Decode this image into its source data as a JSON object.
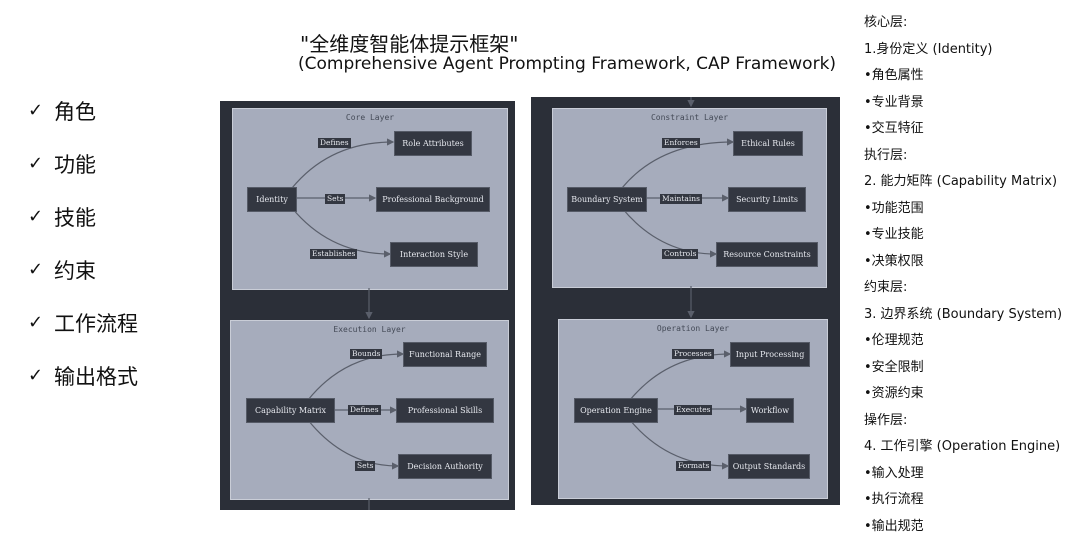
{
  "title": "\"全维度智能体提示框架\"",
  "subtitle": "(Comprehensive Agent Prompting Framework, CAP Framework)",
  "checklist": {
    "mark": "✓",
    "items": [
      "角色",
      "功能",
      "技能",
      "约束",
      "工作流程",
      "输出格式"
    ]
  },
  "right_list": [
    "核心层:",
    "1.身份定义 (Identity)",
    "•角色属性",
    "•专业背景",
    "•交互特征",
    "执行层:",
    "2. 能力矩阵 (Capability Matrix)",
    "•功能范围",
    "•专业技能",
    "•决策权限",
    "约束层:",
    "3. 边界系统 (Boundary System)",
    "•伦理规范",
    "•安全限制",
    "•资源约束",
    "操作层:",
    "4. 工作引擎 (Operation Engine)",
    "•输入处理",
    "•执行流程",
    "•输出规范"
  ],
  "diagram": {
    "core": {
      "title": "Core Layer",
      "source": "Identity",
      "edges": [
        "Defines",
        "Sets",
        "Establishes"
      ],
      "targets": [
        "Role Attributes",
        "Professional Background",
        "Interaction Style"
      ]
    },
    "execution": {
      "title": "Execution Layer",
      "source": "Capability Matrix",
      "edges": [
        "Bounds",
        "Defines",
        "Sets"
      ],
      "targets": [
        "Functional Range",
        "Professional Skills",
        "Decision Authority"
      ]
    },
    "constraint": {
      "title": "Constraint Layer",
      "source": "Boundary System",
      "edges": [
        "Enforces",
        "Maintains",
        "Controls"
      ],
      "targets": [
        "Ethical Rules",
        "Security Limits",
        "Resource Constraints"
      ]
    },
    "operation": {
      "title": "Operation Layer",
      "source": "Operation Engine",
      "edges": [
        "Processes",
        "Executes",
        "Formats"
      ],
      "targets": [
        "Input Processing",
        "Workflow",
        "Output Standards"
      ]
    }
  }
}
